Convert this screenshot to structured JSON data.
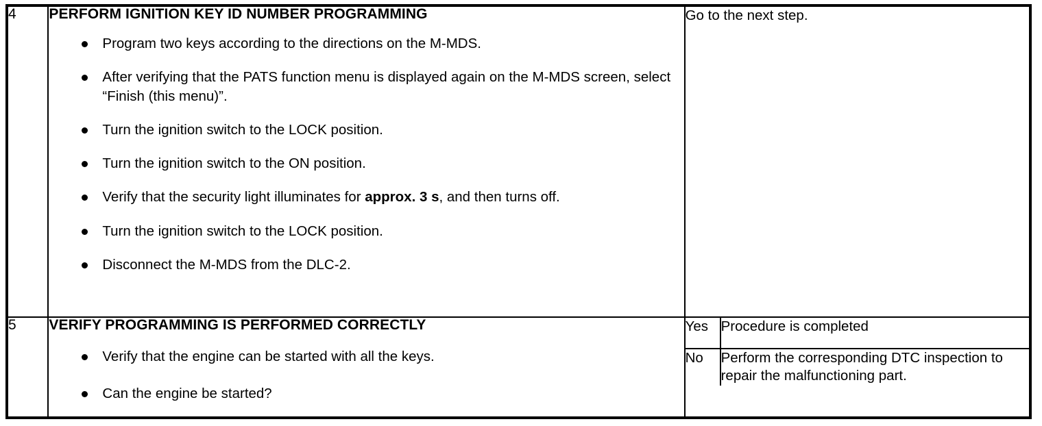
{
  "document": {
    "type": "diagnostic-procedure-table",
    "text_color": "#000000",
    "background_color": "#ffffff",
    "border_color": "#000000"
  },
  "steps": [
    {
      "number": "4",
      "title": "PERFORM IGNITION KEY ID NUMBER PROGRAMMING",
      "bullets": [
        {
          "text_before": "Program two keys according to the directions on the M-MDS.",
          "bold": "",
          "text_after": ""
        },
        {
          "text_before": "After verifying that the PATS function menu is displayed again on the M-MDS screen, select “Finish (this menu)”.",
          "bold": "",
          "text_after": ""
        },
        {
          "text_before": "Turn the ignition switch to the LOCK position.",
          "bold": "",
          "text_after": ""
        },
        {
          "text_before": "Turn the ignition switch to the ON position.",
          "bold": "",
          "text_after": ""
        },
        {
          "text_before": "Verify that the security light illuminates for ",
          "bold": "approx. 3 s",
          "text_after": ", and then turns off."
        },
        {
          "text_before": "Turn the ignition switch to the LOCK position.",
          "bold": "",
          "text_after": ""
        },
        {
          "text_before": "Disconnect the M-MDS from the DLC-2.",
          "bold": "",
          "text_after": ""
        }
      ],
      "result": "Go to the next step."
    },
    {
      "number": "5",
      "title": "VERIFY PROGRAMMING IS PERFORMED CORRECTLY",
      "bullets": [
        {
          "text_before": "Verify that the engine can be started with all the keys.",
          "bold": "",
          "text_after": ""
        },
        {
          "text_before": "Can the engine be started?",
          "bold": "",
          "text_after": ""
        }
      ],
      "answers": [
        {
          "label": "Yes",
          "result": "Procedure is completed"
        },
        {
          "label": "No",
          "result": "Perform the corresponding DTC inspection to repair the malfunctioning part."
        }
      ]
    }
  ]
}
